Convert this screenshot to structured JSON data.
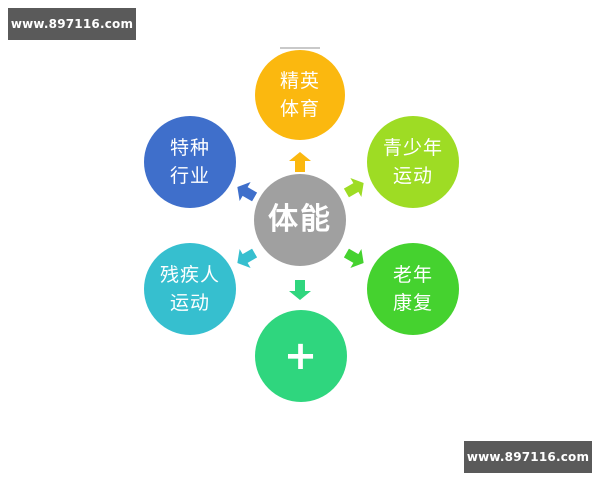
{
  "watermarks": {
    "top_left": "www.897116.com",
    "bottom_right": "www.897116.com"
  },
  "diagram": {
    "center": {
      "label": "体能",
      "color": "#a0a0a0"
    },
    "nodes": [
      {
        "id": "elite-sports",
        "line1": "精英",
        "line2": "体育",
        "color": "#fbb80f",
        "position": "top"
      },
      {
        "id": "youth-sports",
        "line1": "青少年",
        "line2": "运动",
        "color": "#9edc24",
        "position": "upper-right"
      },
      {
        "id": "elderly-rehab",
        "line1": "老年",
        "line2": "康复",
        "color": "#45d22f",
        "position": "lower-right"
      },
      {
        "id": "plus",
        "line1": "+",
        "line2": "",
        "color": "#2fd67e",
        "position": "bottom"
      },
      {
        "id": "disabled-sports",
        "line1": "残疾人",
        "line2": "运动",
        "color": "#36bfcf",
        "position": "lower-left"
      },
      {
        "id": "special-industry",
        "line1": "特种",
        "line2": "行业",
        "color": "#3f6fcb",
        "position": "upper-left"
      }
    ],
    "arrows": [
      {
        "direction": "up",
        "color": "#fbb80f"
      },
      {
        "direction": "up-right",
        "color": "#9edc24"
      },
      {
        "direction": "down-right",
        "color": "#45d22f"
      },
      {
        "direction": "down",
        "color": "#2fd67e"
      },
      {
        "direction": "down-left",
        "color": "#36bfcf"
      },
      {
        "direction": "up-left",
        "color": "#3f6fcb"
      }
    ]
  }
}
